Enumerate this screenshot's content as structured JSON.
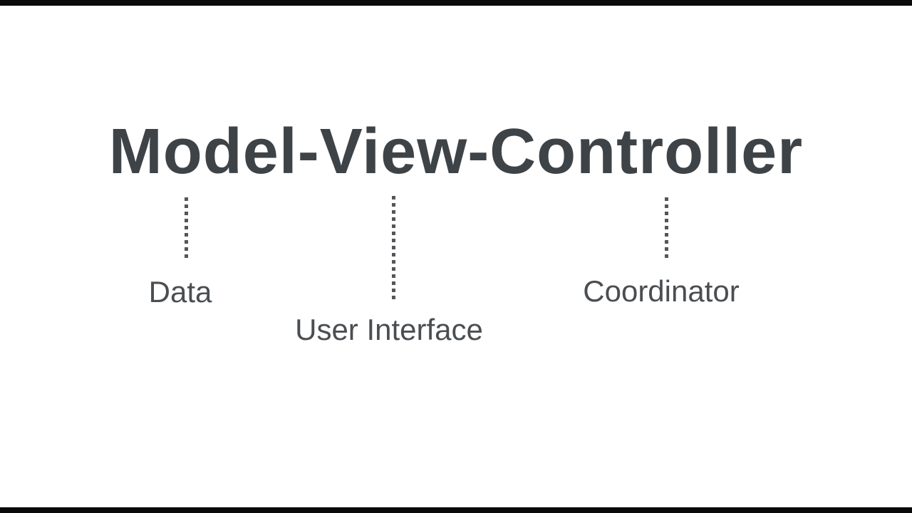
{
  "title": "Model-View-Controller",
  "annotations": [
    {
      "term": "Model",
      "label": "Data"
    },
    {
      "term": "View",
      "label": "User Interface"
    },
    {
      "term": "Controller",
      "label": "Coordinator"
    }
  ],
  "colors": {
    "background": "#ffffff",
    "title_text": "#3e4347",
    "label_text": "#4a4e52",
    "dotted_line": "#53565a",
    "letterbox_bar": "#0a0a0a"
  }
}
